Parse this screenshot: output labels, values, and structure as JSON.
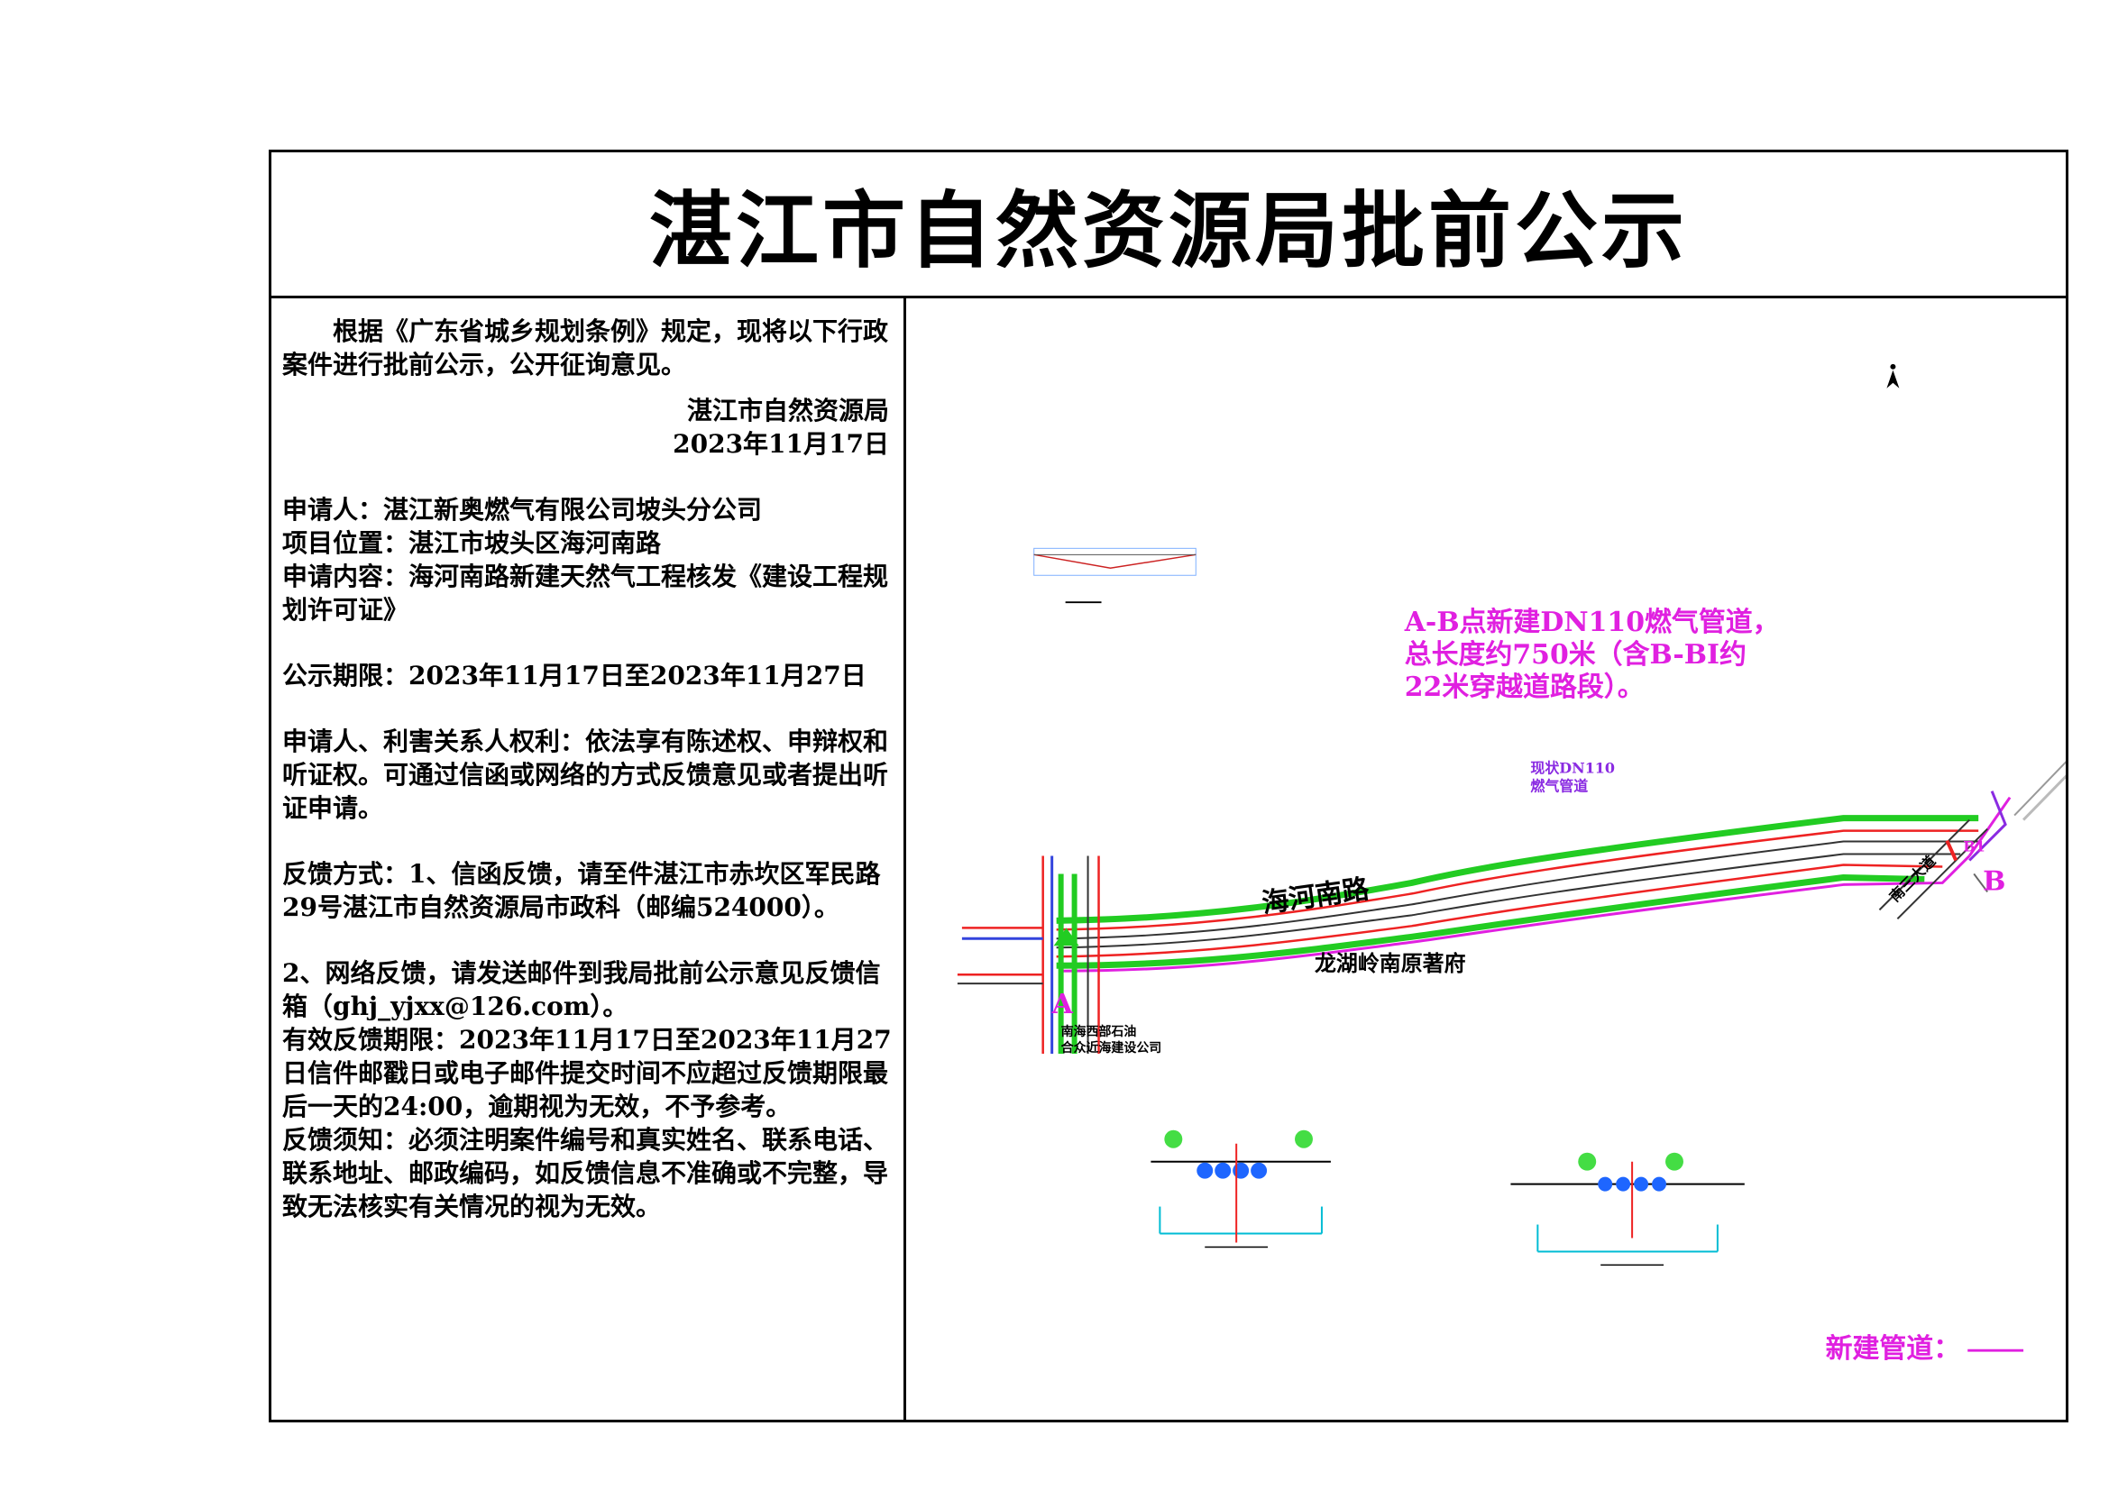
{
  "header": {
    "title": "湛江市自然资源局批前公示"
  },
  "notice": {
    "intro": "根据《广东省城乡规划条例》规定，现将以下行政案件进行批前公示，公开征询意见。",
    "issuer": "湛江市自然资源局",
    "date": "2023年11月17日",
    "applicant": "申请人：湛江新奥燃气有限公司坡头分公司",
    "location": "项目位置：湛江市坡头区海河南路",
    "content": "申请内容：海河南路新建天然气工程核发《建设工程规划许可证》",
    "period": "公示期限：2023年11月17日至2023年11月27日",
    "rights": "申请人、利害关系人权利：依法享有陈述权、申辩权和听证权。可通过信函或网络的方式反馈意见或者提出听证申请。",
    "feedback_mail": "反馈方式：1、信函反馈，请至件湛江市赤坎区军民路29号湛江市自然资源局市政科（邮编524000）。",
    "feedback_email": "2、网络反馈，请发送邮件到我局批前公示意见反馈信箱（ghj_yjxx@126.com）。",
    "valid_period": "有效反馈期限：2023年11月17日至2023年11月27日信件邮戳日或电子邮件提交时间不应超过反馈期限最后一天的24:00，逾期视为无效，不予参考。",
    "notes": "反馈须知：必须注明案件编号和真实姓名、联系电话、联系地址、邮政编码，如反馈信息不准确或不完整，导致无法核实有关情况的视为无效。"
  },
  "map": {
    "annotation_lines": [
      "A-B点新建DN110燃气管道，",
      "总长度约750米（含B-BI约",
      "22米穿越道路段）。"
    ],
    "road_name": "海河南路",
    "point_a": "A",
    "point_b": "B",
    "point_b1": "B1",
    "existing_pipe_lines": [
      "现状DN110",
      "燃气管道"
    ],
    "estate_label": "龙湖岭南原著府",
    "company_label_lines": [
      "南海西部石油",
      "合众近海建设公司"
    ],
    "side_road_label": "南三大道",
    "north_arrow": "north-arrow-icon",
    "legend_label": "新建管道：",
    "colors": {
      "new_pipe": "#e020e0",
      "existing_pipe": "#8a2be2",
      "road_green": "#22cc22",
      "road_red": "#ee2222"
    }
  }
}
